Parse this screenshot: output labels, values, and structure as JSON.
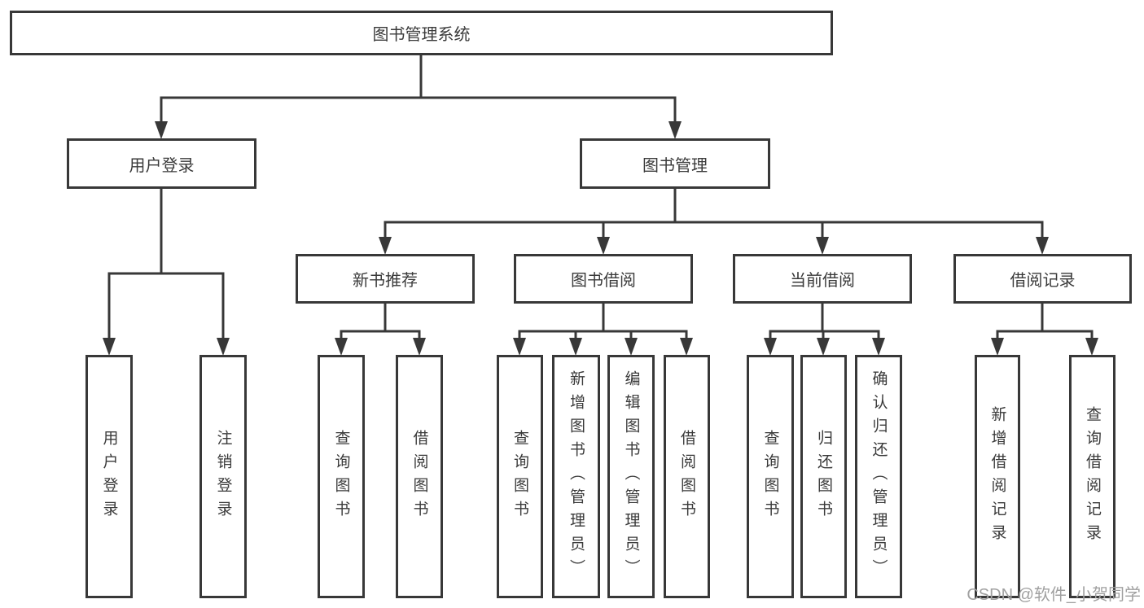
{
  "diagram": {
    "root": {
      "label": "图书管理系统",
      "children": [
        {
          "label": "用户登录",
          "leaves": [
            "用户登录",
            "注销登录"
          ]
        },
        {
          "label": "图书管理",
          "children": [
            {
              "label": "新书推荐",
              "leaves": [
                "查询图书",
                "借阅图书"
              ]
            },
            {
              "label": "图书借阅",
              "leaves": [
                "查询图书",
                "新增图书（管理员）",
                "编辑图书（管理员）",
                "借阅图书"
              ]
            },
            {
              "label": "当前借阅",
              "leaves": [
                "查询图书",
                "归还图书",
                "确认归还（管理员）"
              ]
            },
            {
              "label": "借阅记录",
              "leaves": [
                "新增借阅记录",
                "查询借阅记录"
              ]
            }
          ]
        }
      ]
    },
    "colors": {
      "line": "#383838",
      "box_border": "#383838",
      "box_fill": "#ffffff",
      "text": "#3a3a3a",
      "watermark": "#a0a0a0",
      "background": "#ffffff"
    }
  },
  "watermark": "CSDN @软件_小贺同学"
}
